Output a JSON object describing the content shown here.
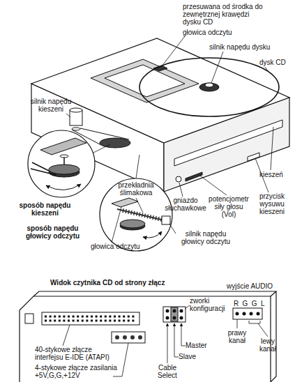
{
  "diagram": {
    "labels": [
      "przesuwana od środka do zewnętrznej krawędzi dysku CD",
      "głowica odczytu",
      "silnik napędu dysku",
      "dysk CD",
      "silnik napędu kieszeni",
      "kieszeń",
      "potencjometr siły głosu (Vol)",
      "gniazdo słuchawkowe",
      "przycisk wysuwu kieszeni",
      "sposób napędu kieszeni",
      "przekładnia ślimakowa",
      "sposób napędu głowicy odczytu",
      "głowica odczytu",
      "silnik napędu głowicy odczytu",
      "Widok czytnika CD od strony złącz",
      "wyjście AUDIO",
      "R G G L",
      "zworki konfiguracji",
      "prawy kanał",
      "lewy kanał",
      "40-stykowe złącze interfejsu E-IDE (ATAPI)",
      "4-stykowe złącze zasilania +5V,G,G,+12V",
      "Master",
      "Slave",
      "Cable Select"
    ]
  }
}
